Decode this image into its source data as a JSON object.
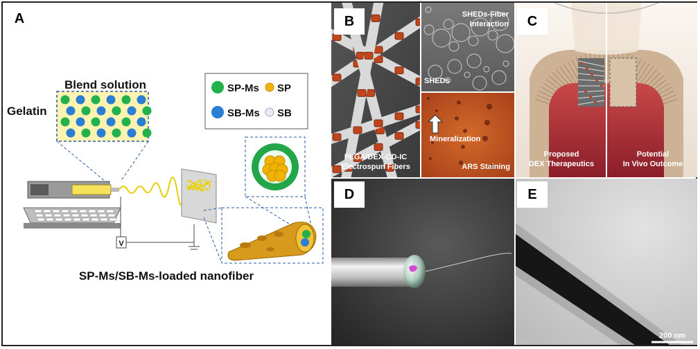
{
  "panelA": {
    "label": "A",
    "blend_solution": "Blend solution",
    "gelatin": "Gelatin",
    "legend": [
      {
        "label": "SP-Ms",
        "color": "#22b14c"
      },
      {
        "label": "SP",
        "color": "#f0b400"
      },
      {
        "label": "SB-Ms",
        "color": "#2a7fd4"
      },
      {
        "label": "SB",
        "color": "#d8dde6"
      }
    ],
    "voltage": "V",
    "caption": "SP-Ms/SB-Ms-loaded nanofiber"
  },
  "panelB": {
    "label": "B",
    "interaction": [
      "SHEDs-Fiber",
      "Interaction"
    ],
    "sheds": "SHEDs",
    "mineralization": "Mineralization",
    "fibers": [
      "PLGA/DEX-CD-IC",
      "Electrospun Fibers"
    ],
    "ars": "ARS Staining"
  },
  "panelC": {
    "label": "C",
    "proposed": [
      "Proposed",
      "DEX Therapeutics"
    ],
    "potential": [
      "Potential",
      "In Vivo Outcome"
    ]
  },
  "panelD": {
    "label": "D"
  },
  "panelE": {
    "label": "E",
    "scale": "200 nm"
  },
  "colors": {
    "sp_ms": "#22b14c",
    "sb_ms": "#2a7fd4",
    "sp": "#f0b400",
    "sb": "#d8dde6",
    "mineral": "#c0451c"
  }
}
